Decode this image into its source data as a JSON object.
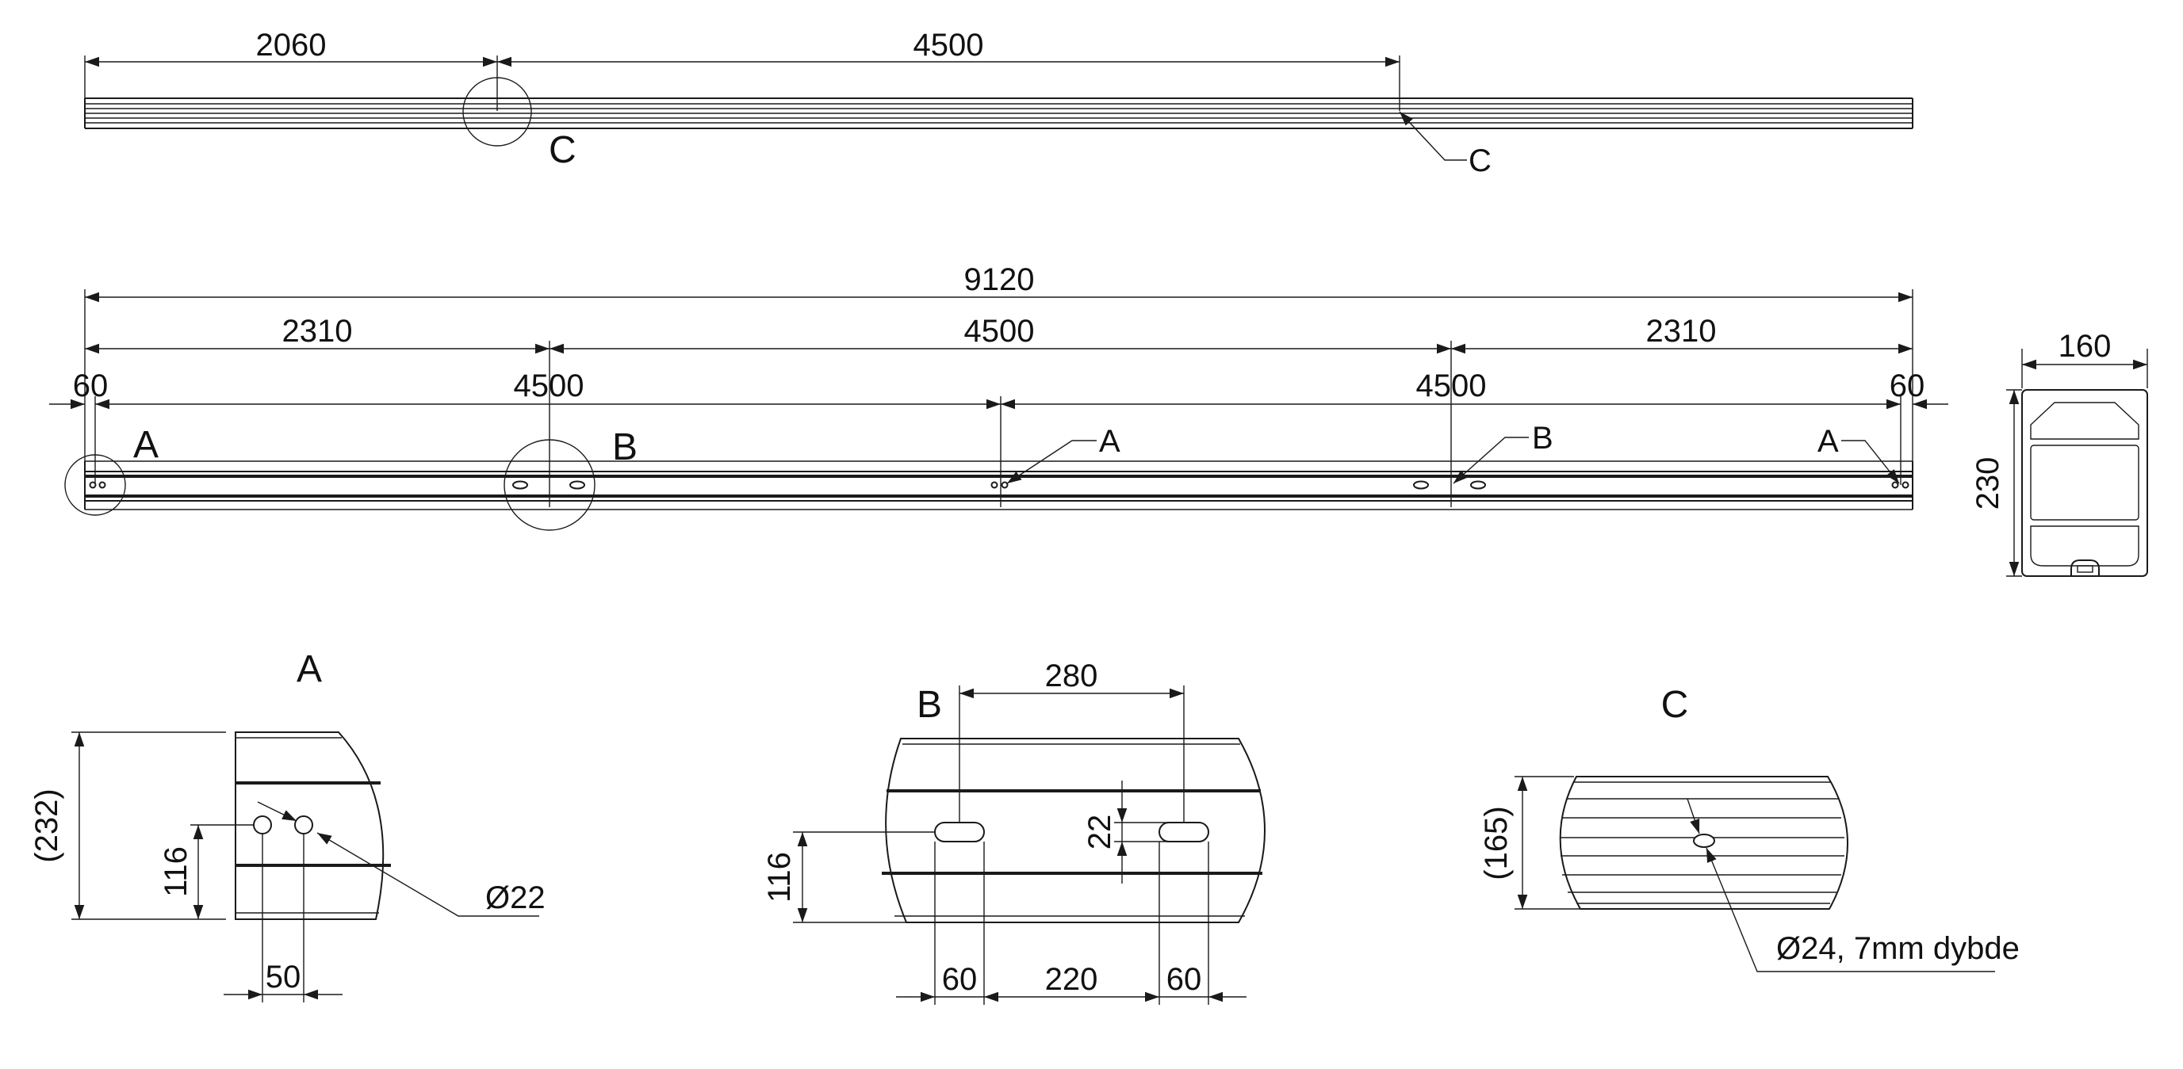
{
  "top_view": {
    "dims": [
      "2060",
      "4500"
    ],
    "labels": [
      "C",
      "C"
    ]
  },
  "side_view": {
    "dims": [
      "9120",
      "2310",
      "4500",
      "2310",
      "60",
      "4500",
      "4500",
      "60"
    ],
    "labels": [
      "A",
      "B",
      "A",
      "B",
      "A"
    ]
  },
  "cross_section": {
    "dims": [
      "160",
      "230"
    ]
  },
  "detail_a": {
    "title": "A",
    "dims": [
      "(232)",
      "116",
      "50"
    ],
    "callout": "Ø22"
  },
  "detail_b": {
    "title": "B",
    "dims": [
      "280",
      "22",
      "116",
      "60",
      "220",
      "60"
    ]
  },
  "detail_c": {
    "title": "C",
    "dims": [
      "(165)"
    ],
    "callout": "Ø24, 7mm dybde"
  }
}
